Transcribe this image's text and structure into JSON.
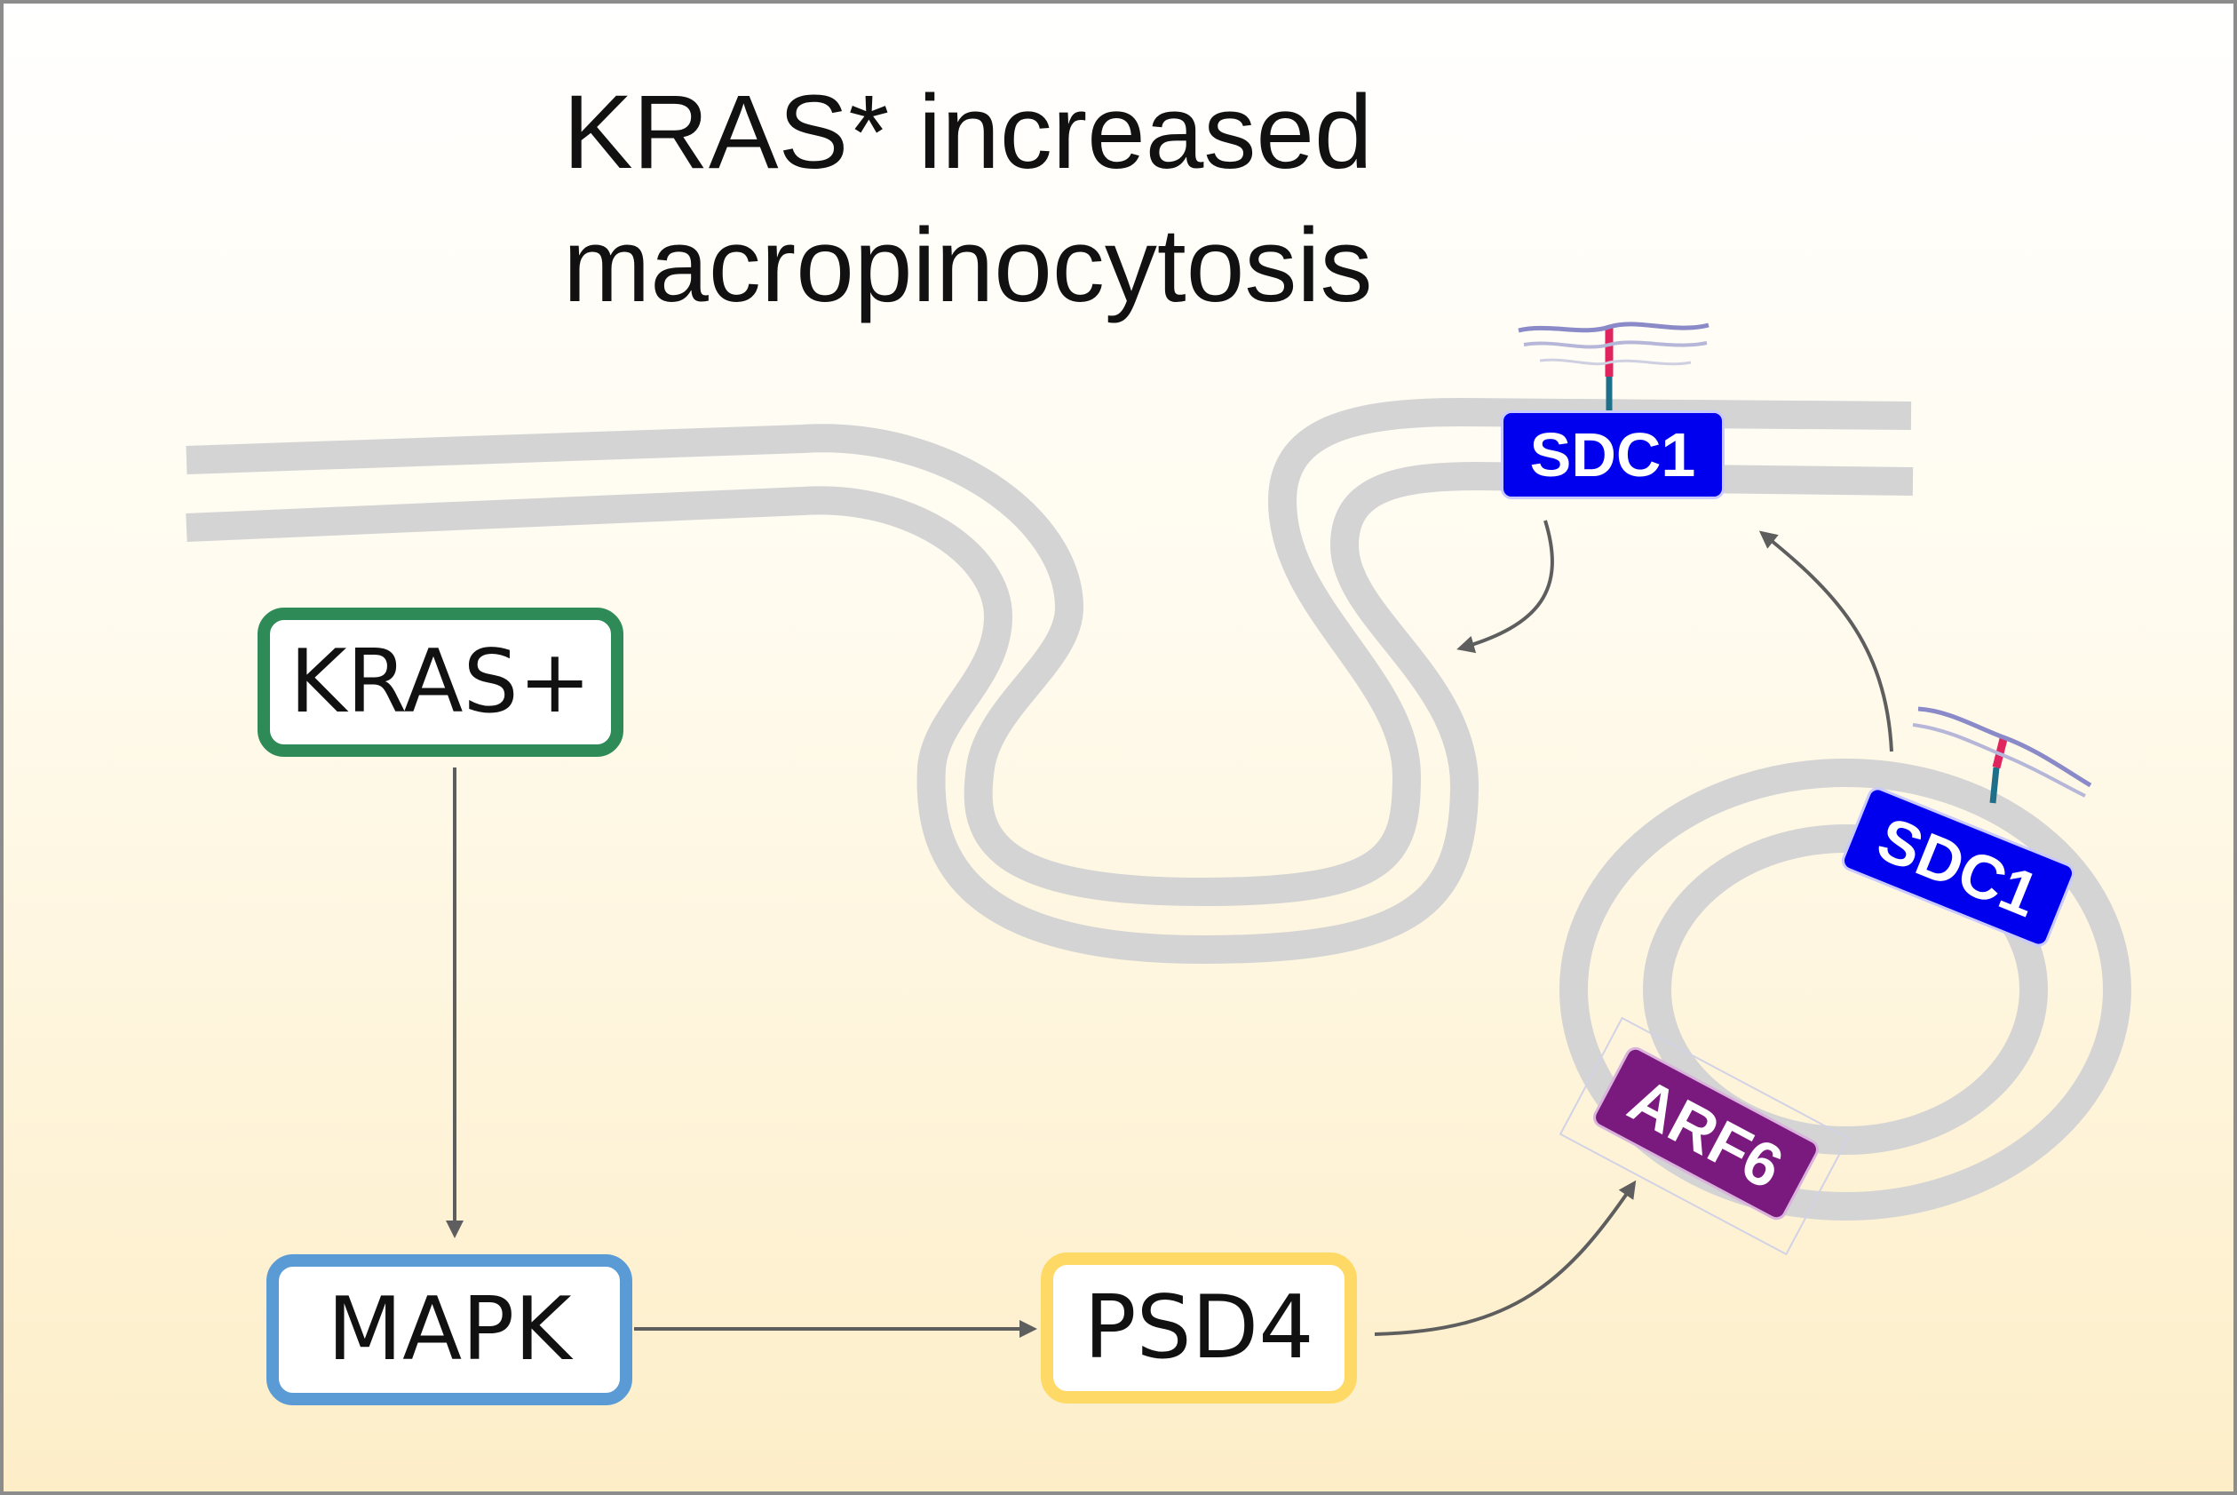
{
  "title": {
    "line1": "KRAS* increased",
    "line2": "macropinocytosis"
  },
  "nodes": {
    "kras": {
      "label": "KRAS+",
      "border_color": "#2e8b57"
    },
    "mapk": {
      "label": "MAPK",
      "border_color": "#5b9bd5"
    },
    "psd4": {
      "label": "PSD4",
      "border_color": "#ffd966"
    }
  },
  "proteins": {
    "sdc1_membrane": {
      "label": "SDC1",
      "color": "#0000ee"
    },
    "sdc1_vesicle": {
      "label": "SDC1",
      "color": "#0000ee"
    },
    "arf6": {
      "label": "ARF6",
      "color": "#7b1a7e"
    }
  },
  "colors": {
    "membrane": "#d4d4d4",
    "arrow": "#5e5e5e",
    "background_top": "#ffffff",
    "background_bottom": "#fdeec8"
  }
}
